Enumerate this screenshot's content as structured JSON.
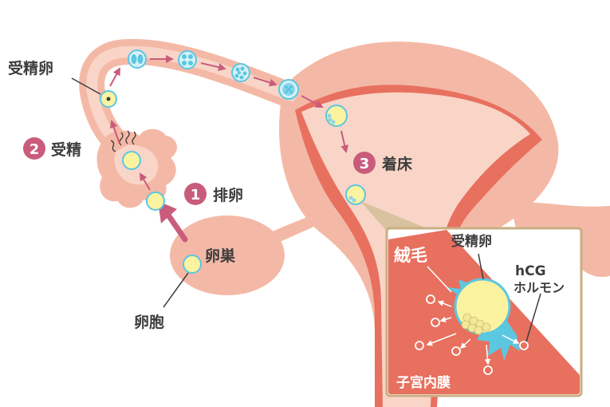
{
  "labels": {
    "fertilized_egg": "受精卵",
    "step2_num": "2",
    "step2": "受精",
    "step1_num": "1",
    "step1": "排卵",
    "step3_num": "3",
    "step3": "着床",
    "ovary": "卵巣",
    "follicle": "卵胞"
  },
  "inset": {
    "villi": "絨毛",
    "fertilized_egg": "受精卵",
    "hcg_line1": "hCG",
    "hcg_line2": "ホルモン",
    "endometrium": "子宮内膜"
  },
  "colors": {
    "uterus_outer": "#f4b9a6",
    "uterus_inner": "#f9d5c8",
    "endometrium": "#e8705f",
    "egg_fill": "#fbf3a0",
    "egg_stroke": "#5bc7e0",
    "step_badge": "#c95c7b",
    "arrow": "#c95c7b",
    "inset_frame": "#c9ae82"
  }
}
